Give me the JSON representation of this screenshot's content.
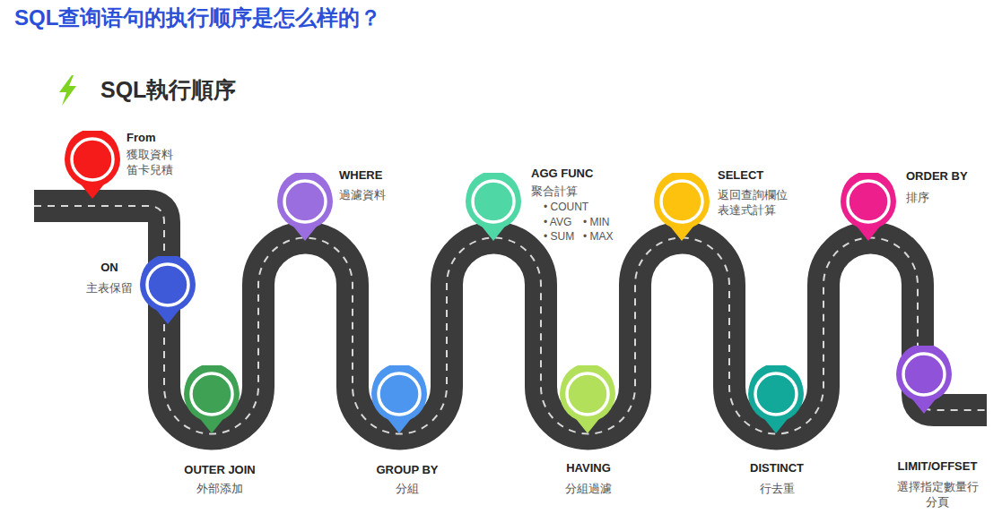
{
  "diagram": {
    "title": "SQL查询语句的执行顺序是怎么样的？",
    "nodes": [
      {
        "text": [
          "From",
          "獲取資料 笛卡兒積"
        ]
      },
      {
        "text": [
          "ON",
          "主表保留"
        ]
      },
      {
        "text": [
          "OUTER JOIN",
          "外部添加"
        ]
      },
      {
        "text": [
          "WHERE",
          "過濾資料"
        ]
      },
      {
        "text": [
          "GROUP BY",
          "分組"
        ]
      },
      {
        "text": [
          "AGG FUNC",
          "聚合計算",
          "• COUNT",
          "• AVG",
          "• MIN",
          "• SUM",
          "• MAX"
        ]
      },
      {
        "text": [
          "HAVING",
          "分組過濾"
        ]
      },
      {
        "text": [
          "SELECT",
          "返回查詢欄位 表達式計算"
        ]
      },
      {
        "text": [
          "DISTINCT",
          "行去重"
        ]
      },
      {
        "text": [
          "ORDER BY",
          "排序"
        ]
      },
      {
        "text": [
          "LIMIT/OFFSET",
          "選擇指定數量行 分頁"
        ]
      }
    ],
    "labels": [
      "SQL執行順序"
    ]
  }
}
